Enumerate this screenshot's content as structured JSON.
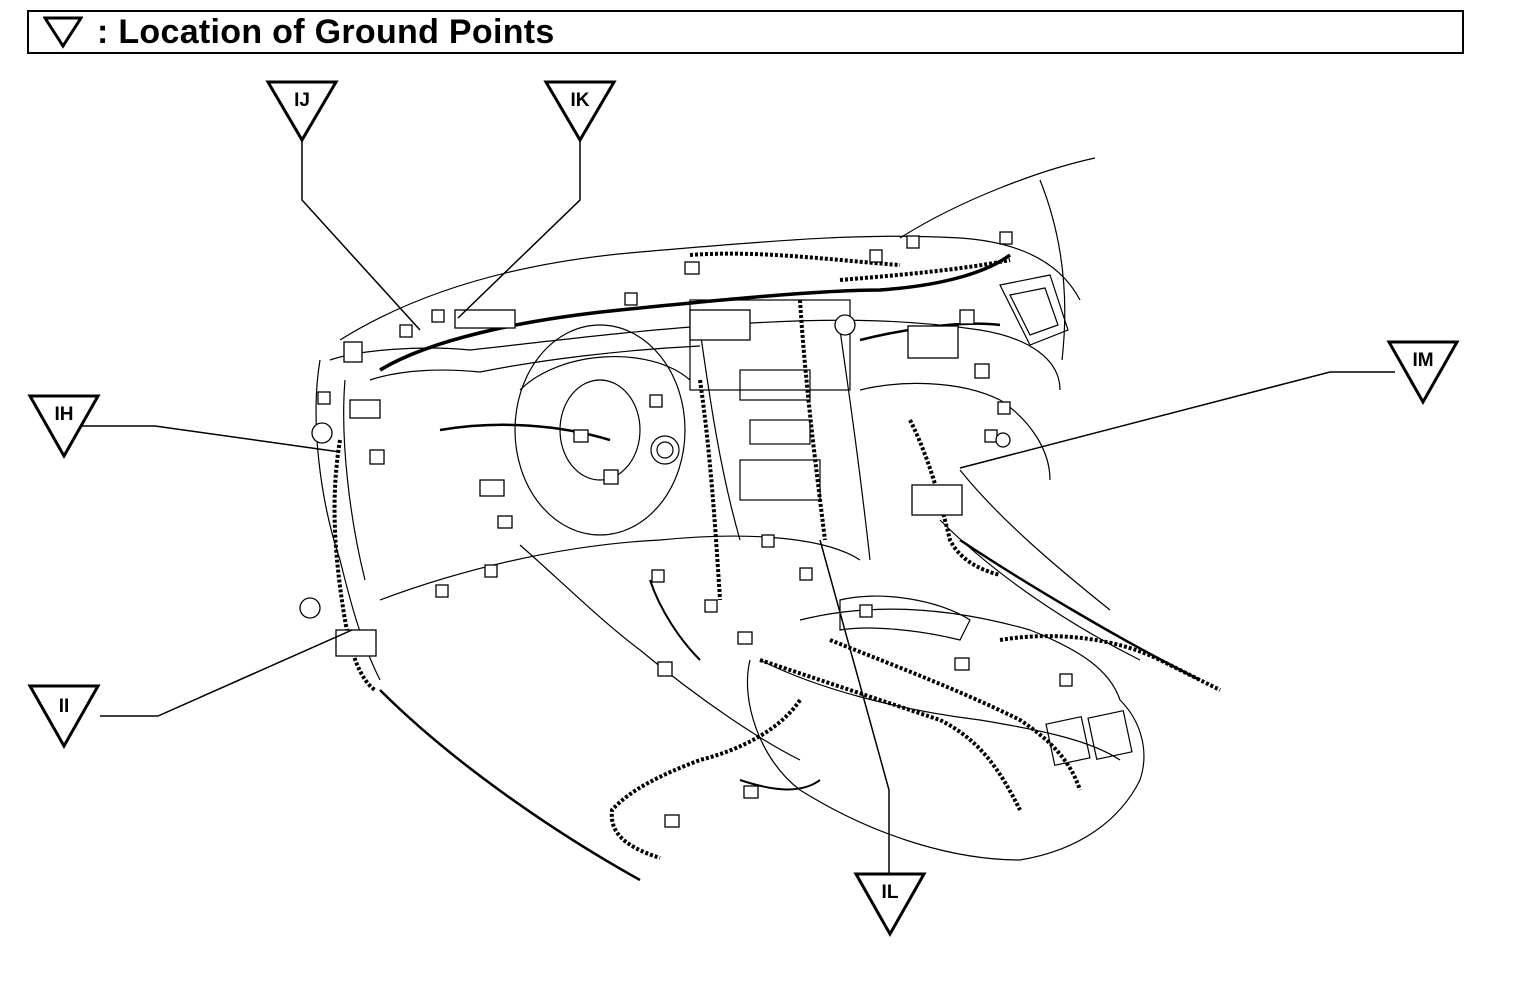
{
  "title": {
    "symbol_icon": "ground-triangle-icon",
    "text": ": Location of Ground Points"
  },
  "ground_points": [
    {
      "id": "IH",
      "label": "IH"
    },
    {
      "id": "IJ",
      "label": "IJ"
    },
    {
      "id": "IK",
      "label": "IK"
    },
    {
      "id": "II",
      "label": "II"
    },
    {
      "id": "IL",
      "label": "IL"
    },
    {
      "id": "IM",
      "label": "IM"
    }
  ]
}
